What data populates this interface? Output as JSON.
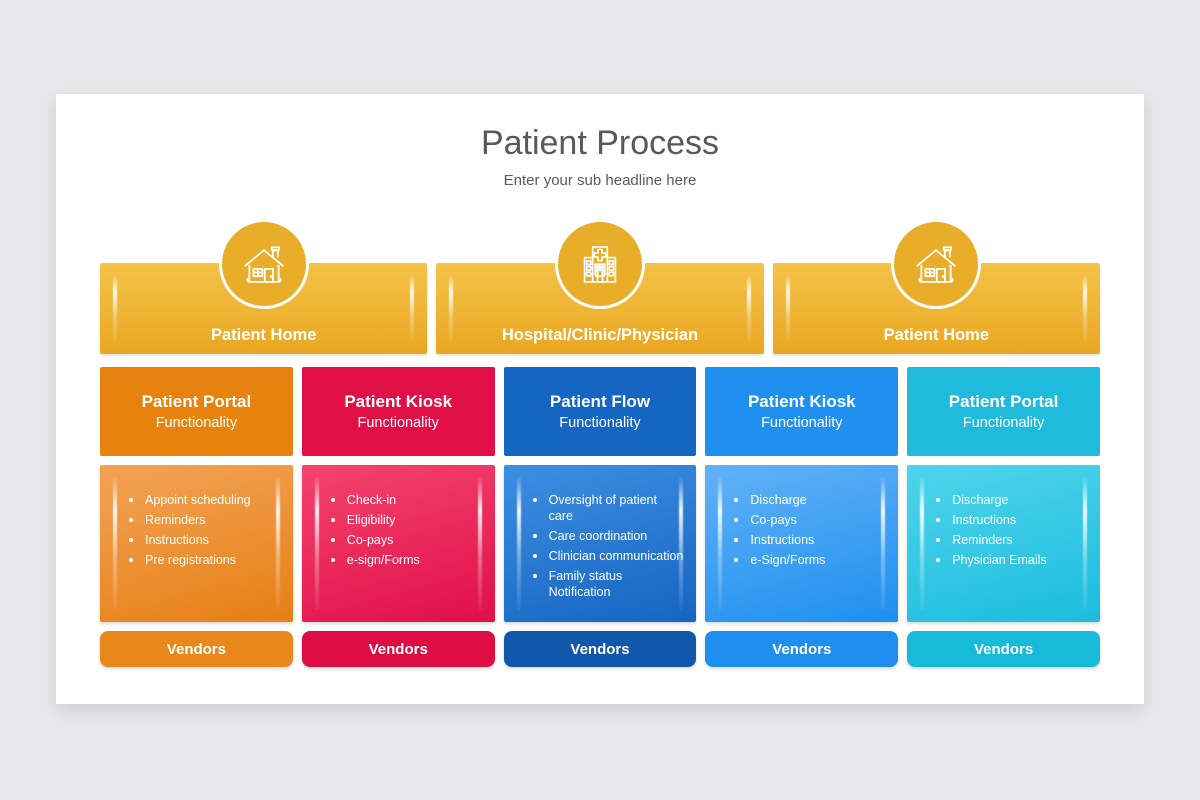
{
  "title": "Patient Process",
  "subtitle": "Enter your sub headline here",
  "banner_colors": {
    "bar_top": "#F5C347",
    "bar_bottom": "#E9A722",
    "circle_fill": "#E9AE29"
  },
  "banners": [
    {
      "label": "Patient Home",
      "icon": "house-icon"
    },
    {
      "label": "Hospital/Clinic/Physician",
      "icon": "hospital-icon"
    },
    {
      "label": "Patient Home",
      "icon": "house-icon"
    }
  ],
  "columns": [
    {
      "title": "Patient Portal",
      "subtitle": "Functionality",
      "items": [
        "Appoint scheduling",
        "Reminders",
        "Instructions",
        "Pre registrations"
      ],
      "vendors_label": "Vendors",
      "colors": {
        "header": "#E8820F",
        "body_top": "#F2A355",
        "body_bottom": "#E77F15",
        "vendors": "#E8871C"
      }
    },
    {
      "title": "Patient Kiosk",
      "subtitle": "Functionality",
      "items": [
        "Check-in",
        "Eligibility",
        "Co-pays",
        "e-sign/Forms"
      ],
      "vendors_label": "Vendors",
      "colors": {
        "header": "#E01047",
        "body_top": "#F4446E",
        "body_bottom": "#E00F48",
        "vendors": "#DD0D44"
      }
    },
    {
      "title": "Patient Flow",
      "subtitle": "Functionality",
      "items": [
        "Oversight of patient care",
        "Care coordination",
        "Clinician communication",
        "Family status Notification"
      ],
      "vendors_label": "Vendors",
      "colors": {
        "header": "#1565C2",
        "body_top": "#3E8EE2",
        "body_bottom": "#1565C2",
        "vendors": "#1157AB"
      }
    },
    {
      "title": "Patient Kiosk",
      "subtitle": "Functionality",
      "items": [
        "Discharge",
        "Co-pays",
        "Instructions",
        "e-Sign/Forms"
      ],
      "vendors_label": "Vendors",
      "colors": {
        "header": "#1F90F0",
        "body_top": "#62B2F6",
        "body_bottom": "#1E8FEF",
        "vendors": "#1E8FEF"
      }
    },
    {
      "title": "Patient Portal",
      "subtitle": "Functionality",
      "items": [
        "Discharge",
        "Instructions",
        "Reminders",
        "Physician Emails"
      ],
      "vendors_label": "Vendors",
      "colors": {
        "header": "#1FBBDC",
        "body_top": "#4FD4EC",
        "body_bottom": "#1CBCDE",
        "vendors": "#16BBD9"
      }
    }
  ]
}
